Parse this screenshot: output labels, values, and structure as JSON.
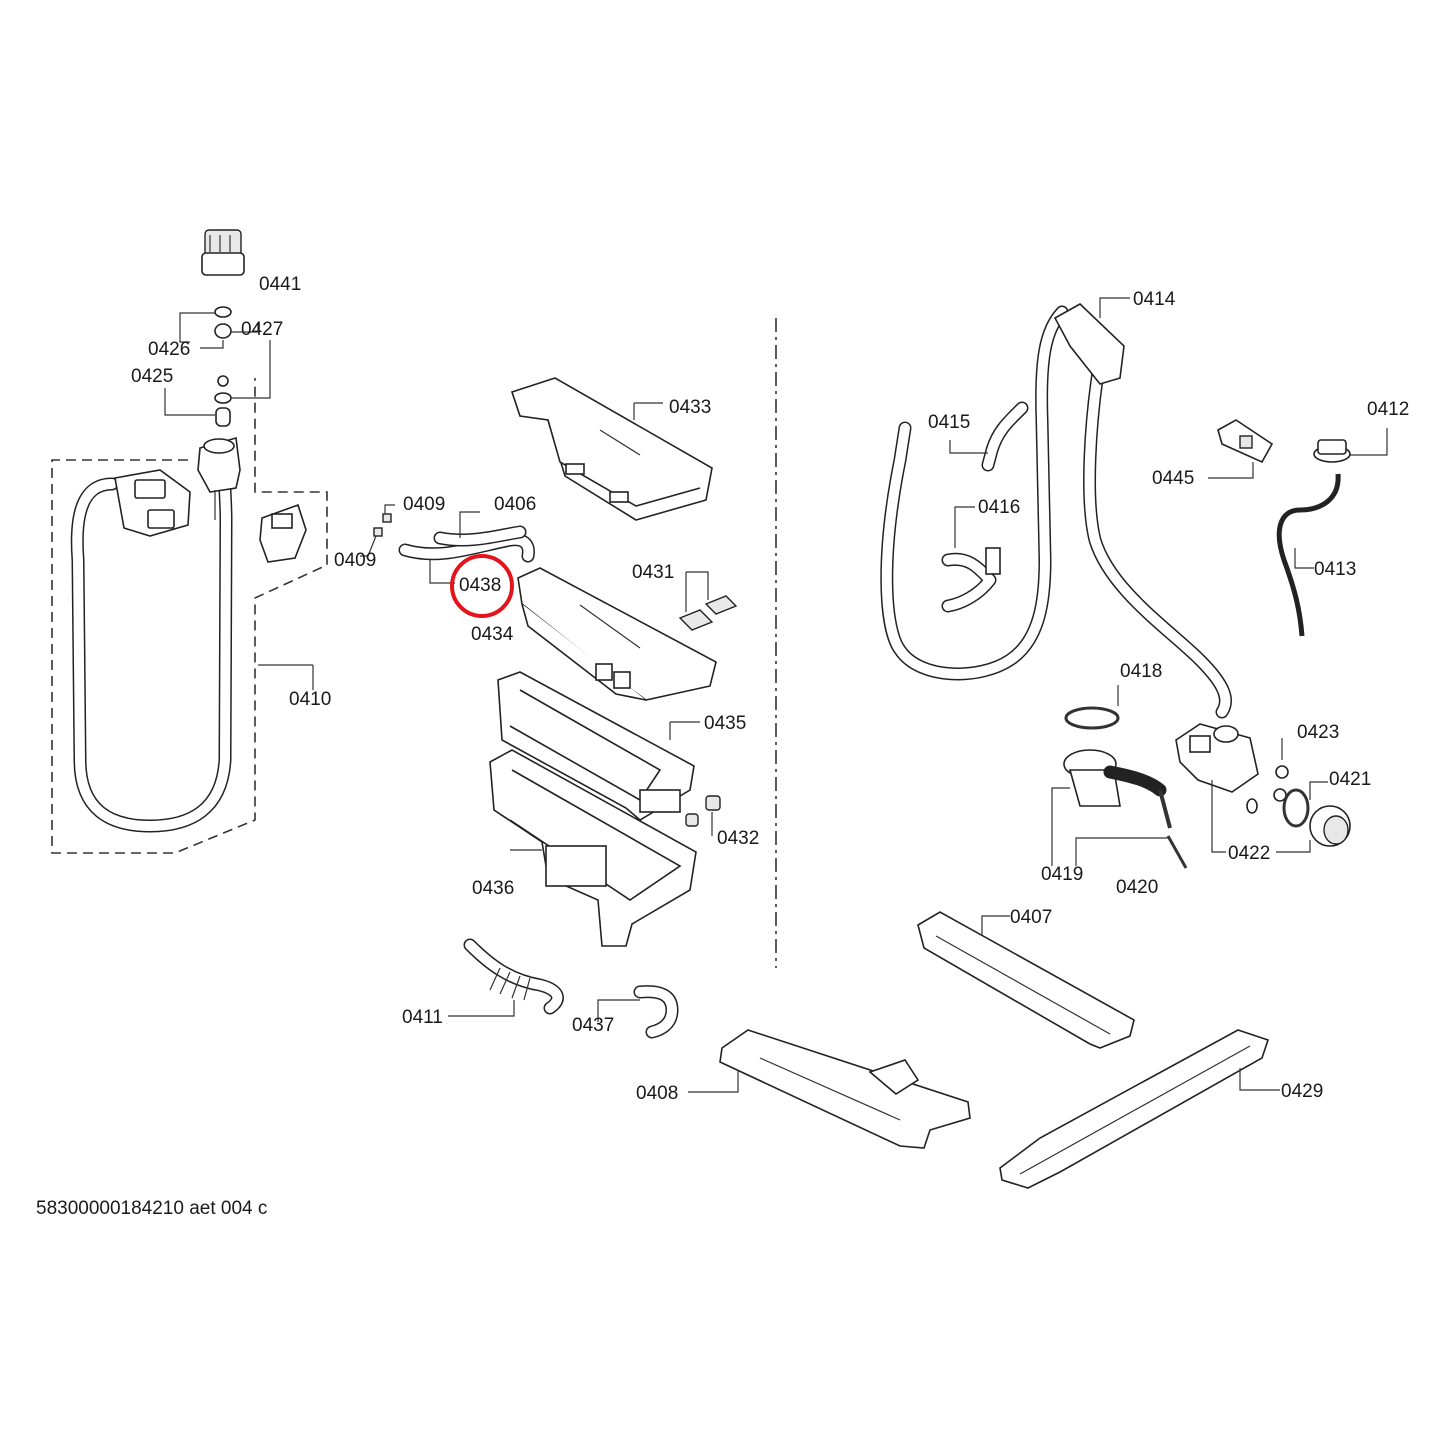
{
  "labels": {
    "p0441": "0441",
    "p0426": "0426",
    "p0427": "0427",
    "p0425": "0425",
    "p0409a": "0409",
    "p0409b": "0409",
    "p0406": "0406",
    "p0438": "0438",
    "p0434": "0434",
    "p0433": "0433",
    "p0431": "0431",
    "p0410": "0410",
    "p0435": "0435",
    "p0432": "0432",
    "p0436": "0436",
    "p0411": "0411",
    "p0437": "0437",
    "p0408": "0408",
    "p0407": "0407",
    "p0429": "0429",
    "p0414": "0414",
    "p0415": "0415",
    "p0416": "0416",
    "p0412": "0412",
    "p0445": "0445",
    "p0413": "0413",
    "p0418": "0418",
    "p0423": "0423",
    "p0421": "0421",
    "p0419": "0419",
    "p0420": "0420",
    "p0422": "0422"
  },
  "footer": "58300000184210 aet 004 c",
  "highlight": {
    "part": "0438",
    "color": "#e3141b"
  }
}
